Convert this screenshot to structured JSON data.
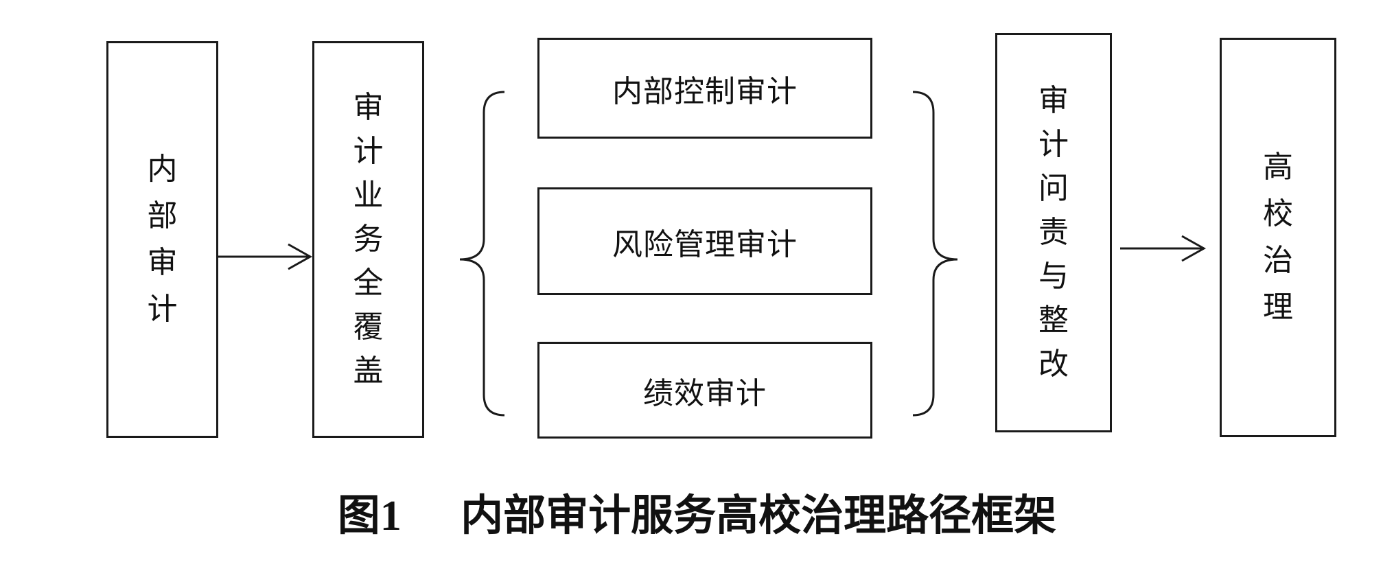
{
  "boxes": {
    "internal_audit": [
      "内",
      "部",
      "审",
      "计"
    ],
    "full_coverage": [
      "审",
      "计",
      "业",
      "务",
      "全",
      "覆",
      "盖"
    ],
    "accountability": [
      "审",
      "计",
      "问",
      "责",
      "与",
      "整",
      "改"
    ],
    "governance": [
      "高",
      "校",
      "治",
      "理"
    ]
  },
  "audit_types": [
    "内部控制审计",
    "风险管理审计",
    "绩效审计"
  ],
  "caption": {
    "label": "图",
    "number": "1",
    "title": "内部审计服务高校治理路径框架"
  }
}
